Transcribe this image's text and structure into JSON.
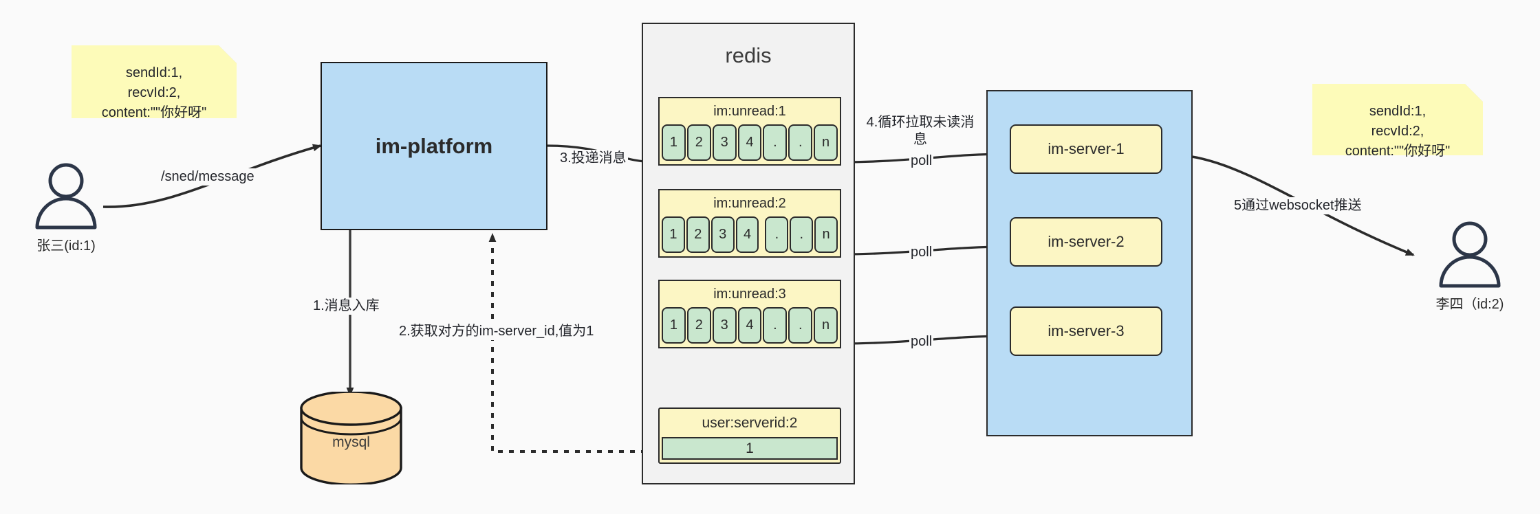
{
  "diagram": {
    "title": "IM message delivery architecture",
    "colors": {
      "background": "#fafafa",
      "sticky": "#fdfbb9",
      "platform_fill": "#b9dcf5",
      "server_fill": "#fcf6c4",
      "redis_fill": "#f2f2f2",
      "cell_fill": "#c9e7ce",
      "db_fill": "#fbd9a5",
      "stroke": "#2b2b2b"
    }
  },
  "notes": {
    "left": [
      "sendId:1,",
      "recvId:2,",
      "content:\"\"你好呀\""
    ],
    "right": [
      "sendId:1,",
      "recvId:2,",
      "content:\"\"你好呀\""
    ]
  },
  "actors": {
    "sender": {
      "label": "张三(id:1)",
      "icon": "person-icon"
    },
    "receiver": {
      "label": "李四（id:2)",
      "icon": "person-icon"
    }
  },
  "platform": {
    "label": "im-platform"
  },
  "database": {
    "label": "mysql",
    "icon": "database-cylinder-icon"
  },
  "redis": {
    "title": "redis",
    "lists": [
      {
        "key": "im:unread:1",
        "cells": [
          "1",
          "2",
          "3",
          "4",
          ".",
          ".",
          "n"
        ]
      },
      {
        "key": "im:unread:2",
        "cells": [
          "1",
          "2",
          "3",
          "4",
          ".",
          ".",
          "n"
        ]
      },
      {
        "key": "im:unread:3",
        "cells": [
          "1",
          "2",
          "3",
          "4",
          ".",
          ".",
          "n"
        ]
      }
    ],
    "serverid": {
      "key": "user:serverid:2",
      "value": "1"
    }
  },
  "servers": {
    "items": [
      {
        "label": "im-server-1"
      },
      {
        "label": "im-server-2"
      },
      {
        "label": "im-server-3"
      }
    ]
  },
  "edges": {
    "send_message": "/sned/message",
    "step1": "1.消息入库",
    "step2": "2.获取对方的im-server_id,值为1",
    "step3": "3.投递消息",
    "step4": "4.循环拉取未读消息",
    "poll1": "poll",
    "poll2": "poll",
    "poll3": "poll",
    "step5": "5通过websocket推送"
  }
}
